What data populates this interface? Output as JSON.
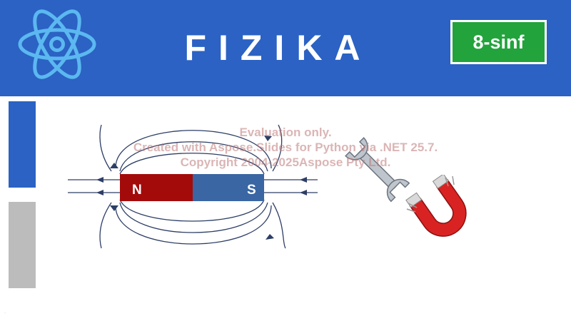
{
  "slide": {
    "title": "FIZIKA",
    "grade": "8-sinf",
    "magnet_labels": {
      "north": "N",
      "south": "S"
    },
    "watermark": [
      "Evaluation only.",
      "Created with Aspose.Slides for Python via .NET 25.7.",
      "Copyright 2004-2025Aspose Pty Ltd."
    ],
    "footer_mark": "."
  },
  "colors": {
    "header_blue": "#2b62c3",
    "badge_green": "#22a33c",
    "magnet_north": "#a30b0b",
    "magnet_south": "#3a66a3",
    "side_gray": "#bcbcbc"
  },
  "icons": [
    "atom-icon",
    "wrench-icon",
    "horseshoe-magnet-icon"
  ]
}
